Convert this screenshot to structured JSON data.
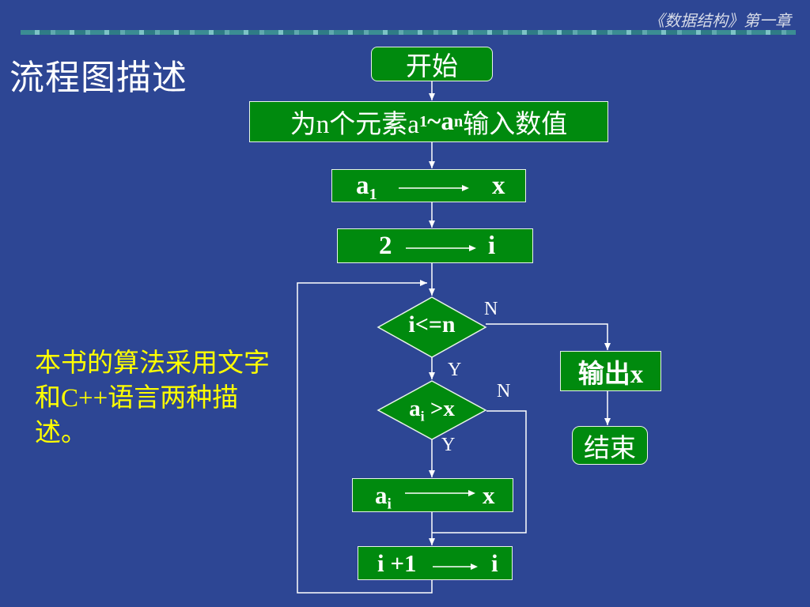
{
  "header": {
    "course_title": "《数据结构》第一章"
  },
  "page_title": "流程图描述",
  "note": "本书的算法采用文字和C++语言两种描述。",
  "flowchart": {
    "start": "开始",
    "input": {
      "prefix": "为n个元素a",
      "sub1": "1",
      "mid": "~a",
      "sub2": "n",
      "suffix": "输入数值"
    },
    "assign1": {
      "left": "a",
      "left_sub": "1",
      "right": "x"
    },
    "assign2": {
      "left": "2",
      "right": "i"
    },
    "cond1": "i<=n",
    "cond2": {
      "left": "a",
      "sub": "i",
      "right": " >x"
    },
    "assign3": {
      "left": "a",
      "left_sub": "i",
      "right": "x"
    },
    "assign4": {
      "left": "i +1",
      "right": "i"
    },
    "output": "输出x",
    "end": "结束",
    "labels": {
      "cond1_no": "N",
      "cond1_yes": "Y",
      "cond2_no": "N",
      "cond2_yes": "Y"
    }
  }
}
